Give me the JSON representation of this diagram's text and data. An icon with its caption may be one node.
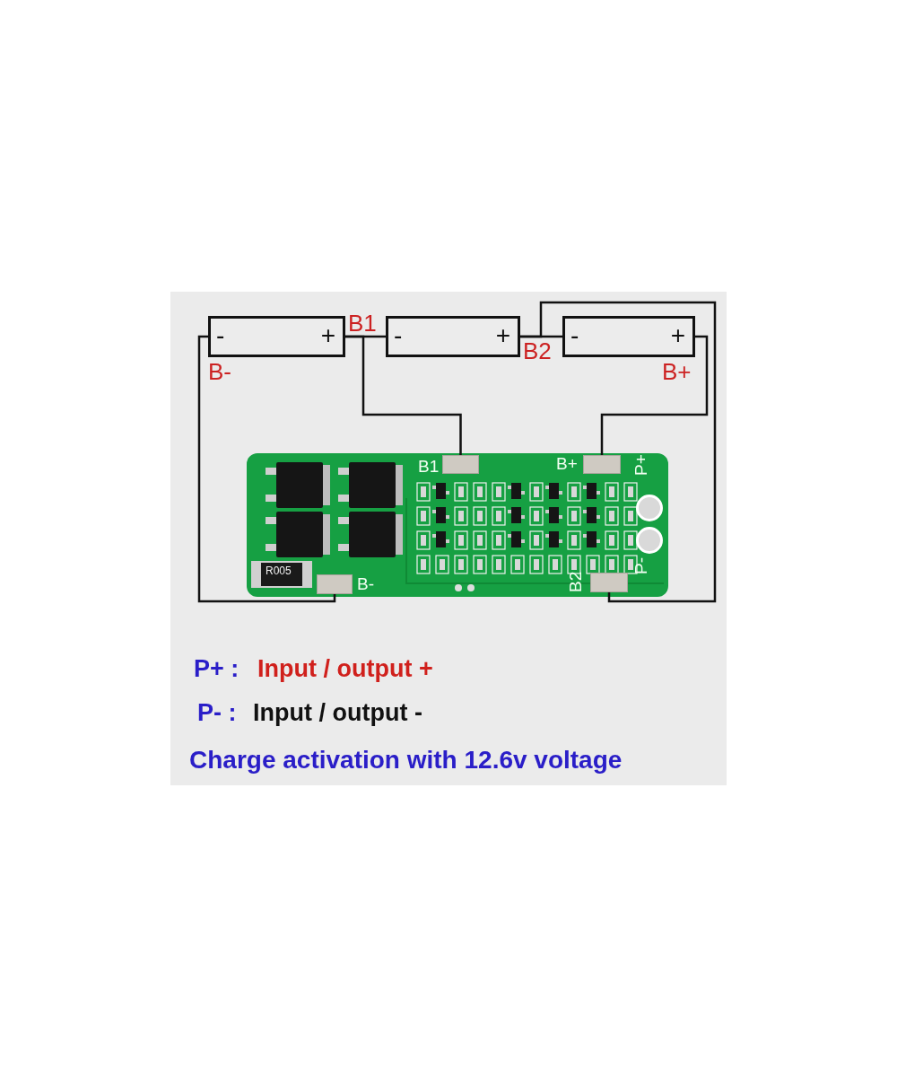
{
  "diagram": {
    "nodes": [
      {
        "text": [
          "-",
          "+"
        ]
      },
      {
        "text": [
          "-",
          "+"
        ]
      },
      {
        "text": [
          "-",
          "+"
        ]
      },
      {
        "text": [],
        "shape": "picture"
      },
      {
        "text": [],
        "shape": "box",
        "in": 3,
        "beside": [
          "B1"
        ]
      },
      {
        "text": [],
        "shape": "box",
        "in": 3,
        "beside": [
          "B+"
        ]
      },
      {
        "text": [],
        "shape": "box",
        "in": 3,
        "beside": [
          "B-"
        ]
      },
      {
        "text": [],
        "shape": "box",
        "in": 3,
        "beside": [
          "B2"
        ]
      },
      {
        "text": [],
        "shape": "circle",
        "in": 3,
        "beside": [
          "P+"
        ]
      },
      {
        "text": [],
        "shape": "circle",
        "in": 3,
        "beside": [
          "P-"
        ]
      }
    ],
    "edges": [
      {
        "from": 0,
        "to": 6,
        "arrow": "none"
      },
      {
        "from": 0,
        "to": 1,
        "arrow": "none"
      },
      {
        "from": 0,
        "to": 4,
        "arrow": "none"
      },
      {
        "from": 1,
        "to": 2,
        "arrow": "none"
      },
      {
        "from": 1,
        "to": 7,
        "arrow": "none"
      },
      {
        "from": 2,
        "to": 5,
        "arrow": "none"
      }
    ],
    "labels": [
      "B1",
      "B2",
      "B-",
      "B+",
      "R005",
      "P+ :",
      "Input / output +",
      "P- :",
      "Input / output -",
      "Charge activation with 12.6v voltage"
    ]
  }
}
